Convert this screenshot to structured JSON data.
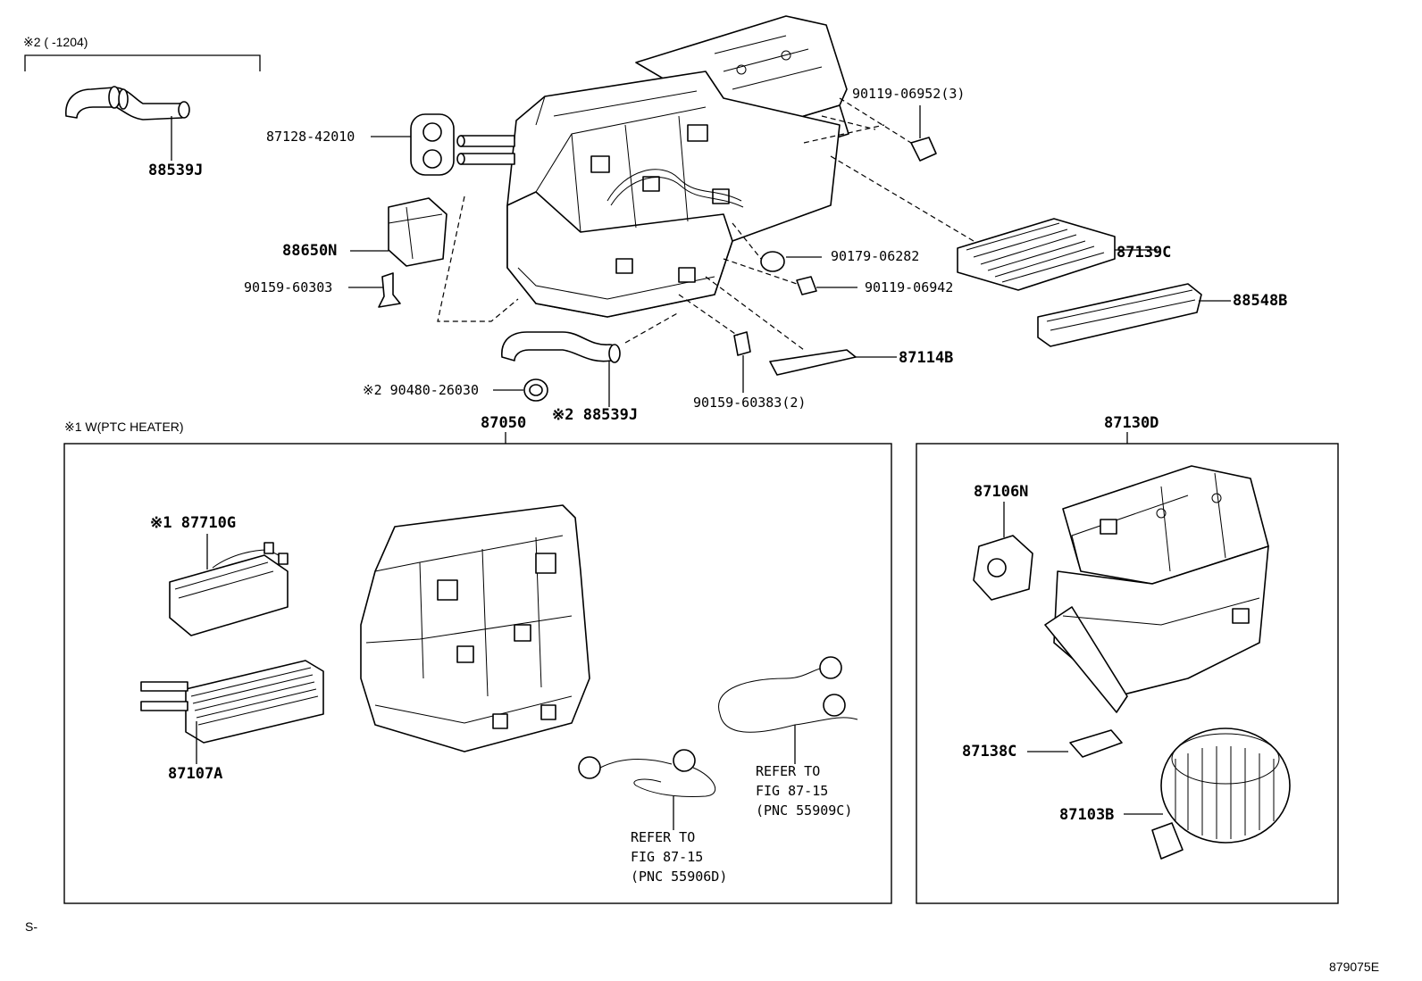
{
  "labels": {
    "note_top_bracket": "※2 (      -1204)",
    "p88539J_top": "88539J",
    "p87128": "87128-42010",
    "p88650N": "88650N",
    "p90159_60303": "90159-60303",
    "p90119_06952": "90119-06952(3)",
    "p90179": "90179-06282",
    "p87139C": "87139C",
    "p90119_06942": "90119-06942",
    "p88548B": "88548B",
    "p87114B": "87114B",
    "p90159_60383": "90159-60383(2)",
    "p90480": "※2 90480-26030",
    "p88539J_bottom": "※2 88539J",
    "note_ptc": "※1 W(PTC HEATER)",
    "p87050": "87050",
    "p87130D": "87130D",
    "p87710G": "※1 87710G",
    "p87107A": "87107A",
    "p87106N": "87106N",
    "p87138C": "87138C",
    "p87103B": "87103B",
    "ref1_line1": "REFER TO",
    "ref1_line2": "FIG 87-15",
    "ref1_line3": "(PNC 55909C)",
    "ref2_line1": "REFER TO",
    "ref2_line2": "FIG 87-15",
    "ref2_line3": "(PNC 55906D)",
    "footer_left": "S-",
    "footer_right": "879075E"
  }
}
